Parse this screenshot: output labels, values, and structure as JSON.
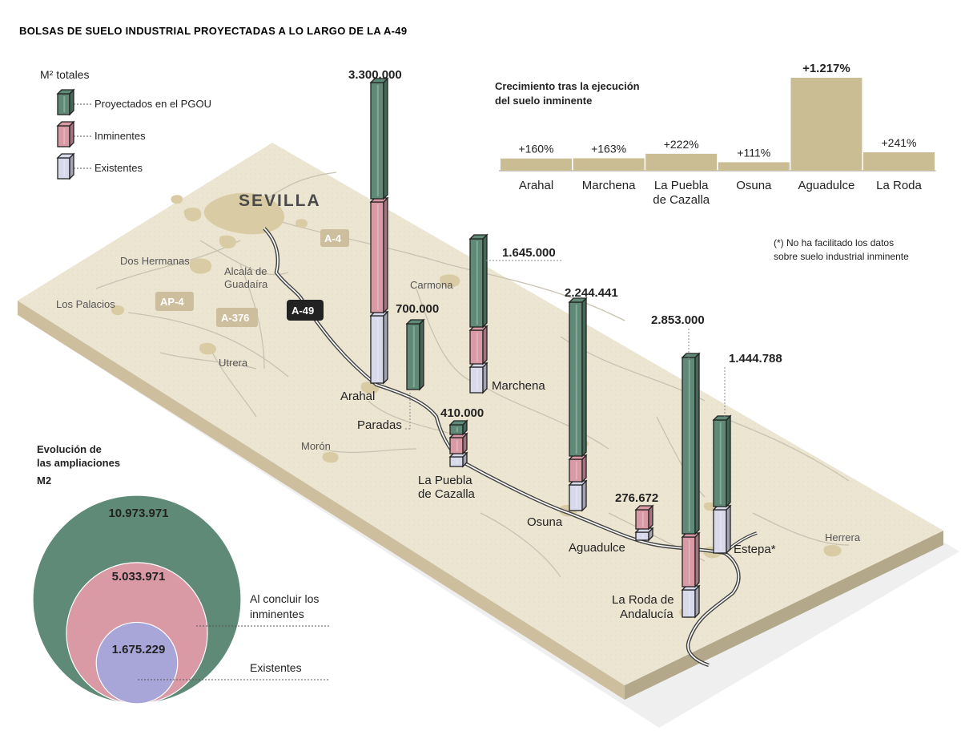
{
  "title": "BOLSAS DE SUELO INDUSTRIAL PROYECTADAS A LO LARGO DE LA A-49",
  "legend": {
    "heading": "M² totales",
    "items": [
      {
        "label": "Proyectados en el PGOU",
        "color": "#5f8a77"
      },
      {
        "label": "Inminentes",
        "color": "#d99aa6"
      },
      {
        "label": "Existentes",
        "color": "#d9d9ec"
      }
    ]
  },
  "colors": {
    "map": "#ece5d2",
    "map_side": "#cdbf9e",
    "urban": "#d9cba3",
    "projected": "#5f8a77",
    "imminent": "#d99aa6",
    "existing": "#d9d9ec",
    "growth_bar": "#cbbd93",
    "road_tag": "#cdbf9e"
  },
  "map": {
    "city": "SEVILLA",
    "places": [
      "Dos Hermanas",
      "Los Palacios",
      "Alcalá de Guadaíra",
      "Carmona",
      "Utrera",
      "Morón",
      "Herrera"
    ],
    "roads": [
      "A-4",
      "AP-4",
      "A-376",
      "A-49"
    ]
  },
  "towers": [
    {
      "town": "Arahal",
      "total_label": "3.300.000"
    },
    {
      "town": "Paradas",
      "total_label": "700.000"
    },
    {
      "town": "Marchena",
      "total_label": "1.645.000"
    },
    {
      "town": "La Puebla de Cazalla",
      "total_label": "410.000"
    },
    {
      "town": "Osuna",
      "total_label": "2.244.441"
    },
    {
      "town": "Aguadulce",
      "total_label": "276.672"
    },
    {
      "town": "La Roda de Andalucía",
      "total_label": "2.853.000"
    },
    {
      "town": "Estepa*",
      "total_label": "1.444.788"
    }
  ],
  "growth": {
    "heading_line1": "Crecimiento tras la ejecución",
    "heading_line2": "del suelo inminente",
    "note_line1": "(*) No ha facilitado los datos",
    "note_line2": "sobre suelo industrial inminente"
  },
  "evolution": {
    "heading_line1": "Evolución de",
    "heading_line2": "las ampliaciones",
    "unit": "M2",
    "callout_imminent_line1": "Al concluir los",
    "callout_imminent_line2": "inminentes",
    "callout_existing": "Existentes"
  },
  "chart_data": [
    {
      "type": "bar",
      "title": "Crecimiento tras la ejecución del suelo inminente",
      "categories": [
        "Arahal",
        "Marchena",
        "La Puebla de Cazalla",
        "Osuna",
        "Aguadulce",
        "La Roda"
      ],
      "values": [
        160,
        163,
        222,
        111,
        1217,
        241
      ],
      "value_labels": [
        "+160%",
        "+163%",
        "+222%",
        "+111%",
        "+1.217%",
        "+241%"
      ],
      "ylim": [
        0,
        1217
      ]
    },
    {
      "type": "area",
      "title": "Evolución de las ampliaciones",
      "categories": [
        "Proyectados en el PGOU",
        "Al concluir los inminentes",
        "Existentes"
      ],
      "values": [
        10973971,
        5033971,
        1675229
      ],
      "value_labels": [
        "10.973.971",
        "5.033.971",
        "1.675.229"
      ]
    }
  ]
}
